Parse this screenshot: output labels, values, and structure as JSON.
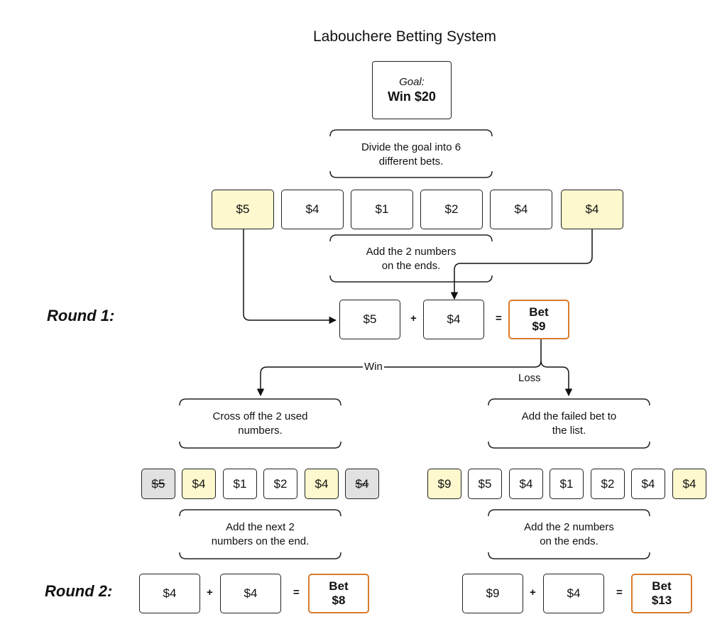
{
  "title": "Labouchere Betting System",
  "goal": {
    "label": "Goal:",
    "value": "Win $20"
  },
  "notes": {
    "divide": [
      "Divide the goal into 6",
      "different bets."
    ],
    "add_ends": [
      "Add the 2 numbers",
      "on the ends."
    ],
    "cross_off": [
      "Cross off the 2 used",
      "numbers."
    ],
    "add_failed": [
      "Add the failed bet to",
      "the list."
    ],
    "next_two": [
      "Add the next 2",
      "numbers on the end."
    ],
    "add_ends_2": [
      "Add the 2 numbers",
      "on the ends."
    ]
  },
  "initial_list": [
    "$5",
    "$4",
    "$1",
    "$2",
    "$4",
    "$4"
  ],
  "round1": {
    "label": "Round 1:",
    "a": "$5",
    "plus": "+",
    "b": "$4",
    "equals": "=",
    "bet_word": "Bet",
    "bet_value": "$9"
  },
  "branches": {
    "win": "Win",
    "loss": "Loss"
  },
  "win_list": [
    "$5",
    "$4",
    "$1",
    "$2",
    "$4",
    "$4"
  ],
  "loss_list": [
    "$9",
    "$5",
    "$4",
    "$1",
    "$2",
    "$4",
    "$4"
  ],
  "round2": {
    "label": "Round 2:",
    "win": {
      "a": "$4",
      "plus": "+",
      "b": "$4",
      "equals": "=",
      "bet_word": "Bet",
      "bet_value": "$8"
    },
    "loss": {
      "a": "$9",
      "plus": "+",
      "b": "$4",
      "equals": "=",
      "bet_word": "Bet",
      "bet_value": "$13"
    }
  }
}
